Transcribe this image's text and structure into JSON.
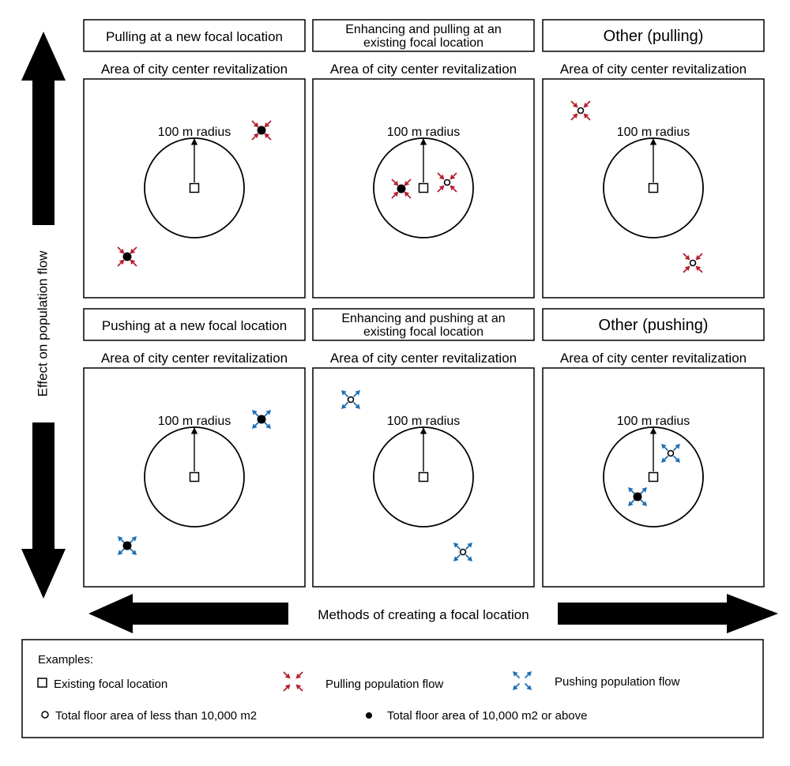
{
  "colors": {
    "pulling": "#b5202e",
    "pushing": "#1f6fb2",
    "line": "#000000"
  },
  "axes": {
    "vertical_label": "Effect on population flow",
    "horizontal_label": "Methods of creating a focal location"
  },
  "panels": [
    {
      "key": "pull-new",
      "title_lines": [
        "Pulling at a new focal location"
      ],
      "area_label": "Area of city center revitalization",
      "radius_label": "100 m radius",
      "flow": "pulling",
      "markers": [
        {
          "type": "large",
          "position": "top-right-outside"
        },
        {
          "type": "large",
          "position": "bottom-left-outside"
        }
      ]
    },
    {
      "key": "pull-existing",
      "title_lines": [
        "Enhancing and pulling at an",
        "existing focal location"
      ],
      "area_label": "Area of city center revitalization",
      "radius_label": "100 m radius",
      "flow": "pulling",
      "markers": [
        {
          "type": "large",
          "position": "left-of-center-inside"
        },
        {
          "type": "small",
          "position": "right-of-center-inside"
        }
      ]
    },
    {
      "key": "pull-other",
      "title_lines": [
        "Other (pulling)"
      ],
      "area_label": "Area of city center revitalization",
      "radius_label": "100 m radius",
      "flow": "pulling",
      "markers": [
        {
          "type": "small",
          "position": "top-left-outside"
        },
        {
          "type": "small",
          "position": "bottom-right-outside"
        }
      ]
    },
    {
      "key": "push-new",
      "title_lines": [
        "Pushing at a new focal location"
      ],
      "area_label": "Area of city center revitalization",
      "radius_label": "100 m radius",
      "flow": "pushing",
      "markers": [
        {
          "type": "large",
          "position": "top-right-outside"
        },
        {
          "type": "large",
          "position": "bottom-left-outside"
        }
      ]
    },
    {
      "key": "push-existing",
      "title_lines": [
        "Enhancing and pushing at an",
        "existing focal location"
      ],
      "area_label": "Area of city center revitalization",
      "radius_label": "100 m radius",
      "flow": "pushing",
      "markers": [
        {
          "type": "small",
          "position": "top-left-outside"
        },
        {
          "type": "small",
          "position": "bottom-right-outside"
        }
      ]
    },
    {
      "key": "push-other",
      "title_lines": [
        "Other (pushing)"
      ],
      "area_label": "Area of city center revitalization",
      "radius_label": "100 m radius",
      "flow": "pushing",
      "markers": [
        {
          "type": "small",
          "position": "upper-right-inside"
        },
        {
          "type": "large",
          "position": "lower-left-inside"
        }
      ]
    }
  ],
  "legend": {
    "heading": "Examples:",
    "existing_focal": "Existing focal location",
    "pulling": "Pulling population flow",
    "pushing": "Pushing population flow",
    "small_area": "Total floor area of less than 10,000 m2",
    "large_area": "Total floor area of 10,000 m2 or above"
  }
}
